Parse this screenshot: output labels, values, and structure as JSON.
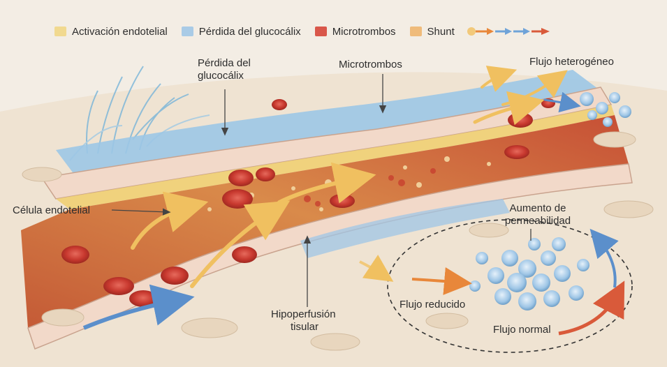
{
  "legend": {
    "items": [
      {
        "label": "Activación endotelial",
        "color": "#f1d98f"
      },
      {
        "label": "Pérdida del glucocálix",
        "color": "#a9cbe6"
      },
      {
        "label": "Microtrombos",
        "color": "#d9574a"
      },
      {
        "label": "Shunt",
        "color": "#efbb7a"
      }
    ],
    "arrow_colors": [
      "#f2c97a",
      "#6fa3d8",
      "#d95a3a"
    ]
  },
  "labels": {
    "glycocalyx_loss_line1": "Pérdida del",
    "glycocalyx_loss_line2": "glucocálix",
    "microthrombi": "Microtrombos",
    "heterogeneous_flow": "Flujo heterogéneo",
    "endothelial_cell": "Célula endotelial",
    "increased_permeability_line1": "Aumento de",
    "increased_permeability_line2": "permeabilidad",
    "hypoperfusion_line1": "Hipoperfusión",
    "hypoperfusion_line2": "tisular",
    "reduced_flow": "Flujo reducido",
    "normal_flow": "Flujo normal"
  },
  "colors": {
    "background": "#f3ede4",
    "tissue": "#efe3d2",
    "vessel_wall": "#f2d9c9",
    "blood_lumen": "#c9593a",
    "red_cell": "#c8392f",
    "glycocalyx": "#8fc0e2",
    "activation": "#f0cf73",
    "flow_arrow": "#f0c060",
    "normal_flow_arrow": "#d95a3a",
    "leak_cells": "#9fc6e6"
  }
}
